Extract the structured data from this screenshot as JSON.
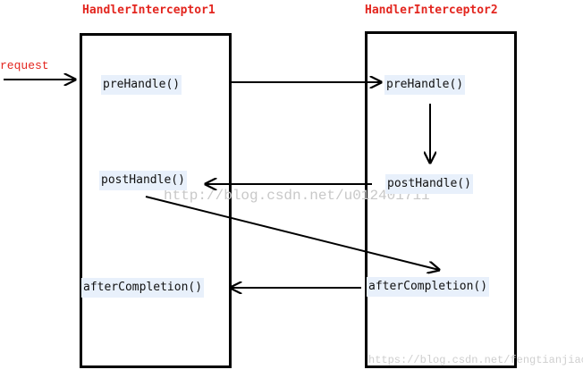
{
  "titles": {
    "interceptor1": "HandlerInterceptor1",
    "interceptor2": "HandlerInterceptor2"
  },
  "request_label": "request",
  "interceptor1_methods": {
    "pre": "preHandle()",
    "post": "postHandle()",
    "after": "afterCompletion()"
  },
  "interceptor2_methods": {
    "pre": "preHandle()",
    "post": "postHandle()",
    "after": "afterCompletion()"
  },
  "watermarks": {
    "center": "http://blog.csdn.net/u012401711",
    "bottom_right": "https://blog.csdn.net/fengtianjiao"
  },
  "colors": {
    "title": "#e3261f",
    "method_bg": "#e8f0fb",
    "lines": "#000000"
  }
}
